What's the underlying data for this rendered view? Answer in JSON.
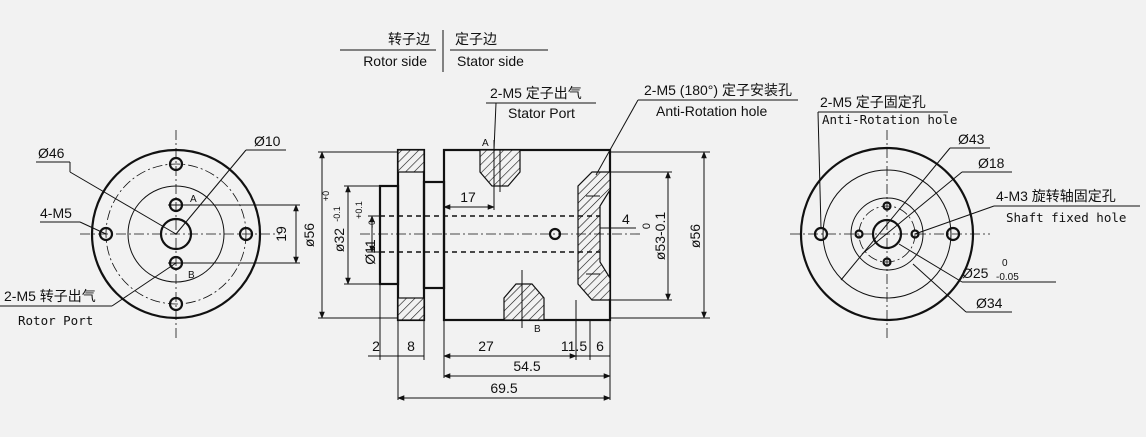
{
  "legend": {
    "rotor_cn": "转子边",
    "stator_cn": "定子边",
    "rotor_en": "Rotor side",
    "stator_en": "Stator side"
  },
  "left_view": {
    "dia_46": "Ø46",
    "dia_10": "Ø10",
    "holes_4m5": "4-M5",
    "dim_19": "19",
    "mark_a": "A",
    "mark_b": "B",
    "rotor_port_cn": "2-M5 转子出气",
    "rotor_port_en": "Rotor Port"
  },
  "side_view": {
    "stator_port_cn": "2-M5 定子出气",
    "stator_port_en": "Stator Port",
    "anti_rot_cn": "2-M5 (180°) 定子安装孔",
    "anti_rot_en": "Anti-Rotation hole",
    "mark_a": "A",
    "mark_b": "B",
    "dim_17": "17",
    "dim_4": "4",
    "dia_56_left": "ø56",
    "dia_32": "ø32",
    "tol_32_top": "+0",
    "tol_32_bottom": "-0.1",
    "dia_11": "Ø11",
    "tol_11_top": "+0.1",
    "tol_11_bottom": "-0",
    "tol_53_top": "0",
    "dia_53": "ø53-0.1",
    "dia_56_right": "ø56",
    "dim_2": "2",
    "dim_8": "8",
    "dim_27": "27",
    "dim_11_5": "11.5",
    "dim_6": "6",
    "dim_54_5": "54.5",
    "dim_69_5": "69.5"
  },
  "right_view": {
    "anti_rot_cn": "2-M5 定子固定孔",
    "anti_rot_en": "Anti-Rotation hole",
    "dia_43": "Ø43",
    "dia_18": "Ø18",
    "shaft_cn": "4-M3 旋转轴固定孔",
    "shaft_en": "Shaft fixed hole",
    "dia_25": "Ø25",
    "tol_25_top": "0",
    "tol_25_bottom": "-0.05",
    "dia_34": "Ø34"
  }
}
